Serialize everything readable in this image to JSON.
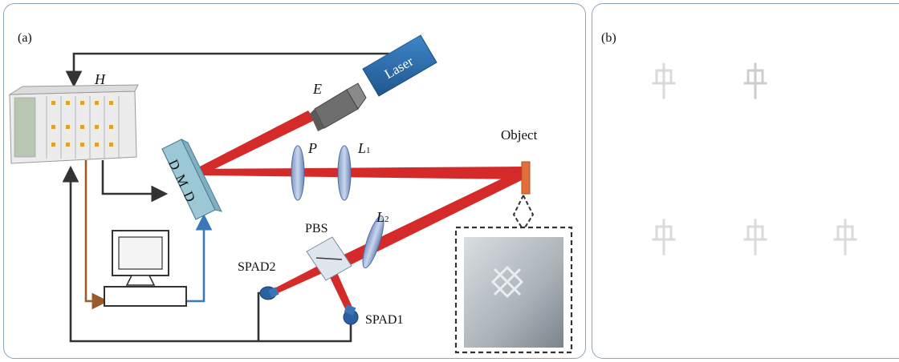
{
  "panel_a": {
    "label": "(a)",
    "components": {
      "laser": "Laser",
      "expander": "E",
      "controller": "H",
      "dmd": "D M D",
      "polarizer": "P",
      "lens1_main": "L",
      "lens1_sub": "1",
      "lens2_main": "L",
      "lens2_sub": "2",
      "object": "Object",
      "pbs": "PBS",
      "spad1": "SPAD1",
      "spad2": "SPAD2"
    },
    "colors": {
      "beam": "#d42a2a",
      "cable_dark": "#333333",
      "cable_brown": "#9a5a2a",
      "cable_blue": "#3a78b8",
      "laser_body": "#2a6aa8",
      "object": "#e0703a"
    }
  },
  "panel_b": {
    "label": "(b)",
    "tiles": [
      {
        "row": 1,
        "col": 1,
        "target": "visible"
      },
      {
        "row": 1,
        "col": 2,
        "target": "faint"
      },
      {
        "row": 1,
        "col": 3,
        "target": "none"
      },
      {
        "row": 2,
        "col": 1,
        "target": "visible"
      },
      {
        "row": 2,
        "col": 2,
        "target": "visible"
      },
      {
        "row": 2,
        "col": 3,
        "target": "visible"
      }
    ]
  }
}
